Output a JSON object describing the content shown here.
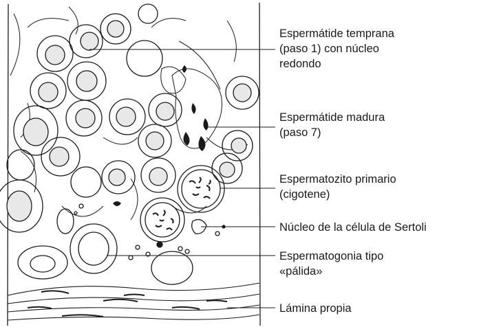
{
  "labels": [
    {
      "lines": [
        "Espermátide temprana",
        "(paso 1) con núcleo",
        "redondo"
      ]
    },
    {
      "lines": [
        "Espermátide madura",
        "(paso 7)"
      ]
    },
    {
      "lines": [
        "Espermatozito primario",
        "(cigotene)"
      ]
    },
    {
      "lines": [
        "Núcleo de la célula de Sertoli"
      ]
    },
    {
      "lines": [
        "Espermatogonia tipo",
        "«pálida»"
      ]
    },
    {
      "lines": [
        "Lámina propia"
      ]
    }
  ],
  "colors": {
    "ink": "#1a1a1a",
    "background": "#ffffff"
  }
}
